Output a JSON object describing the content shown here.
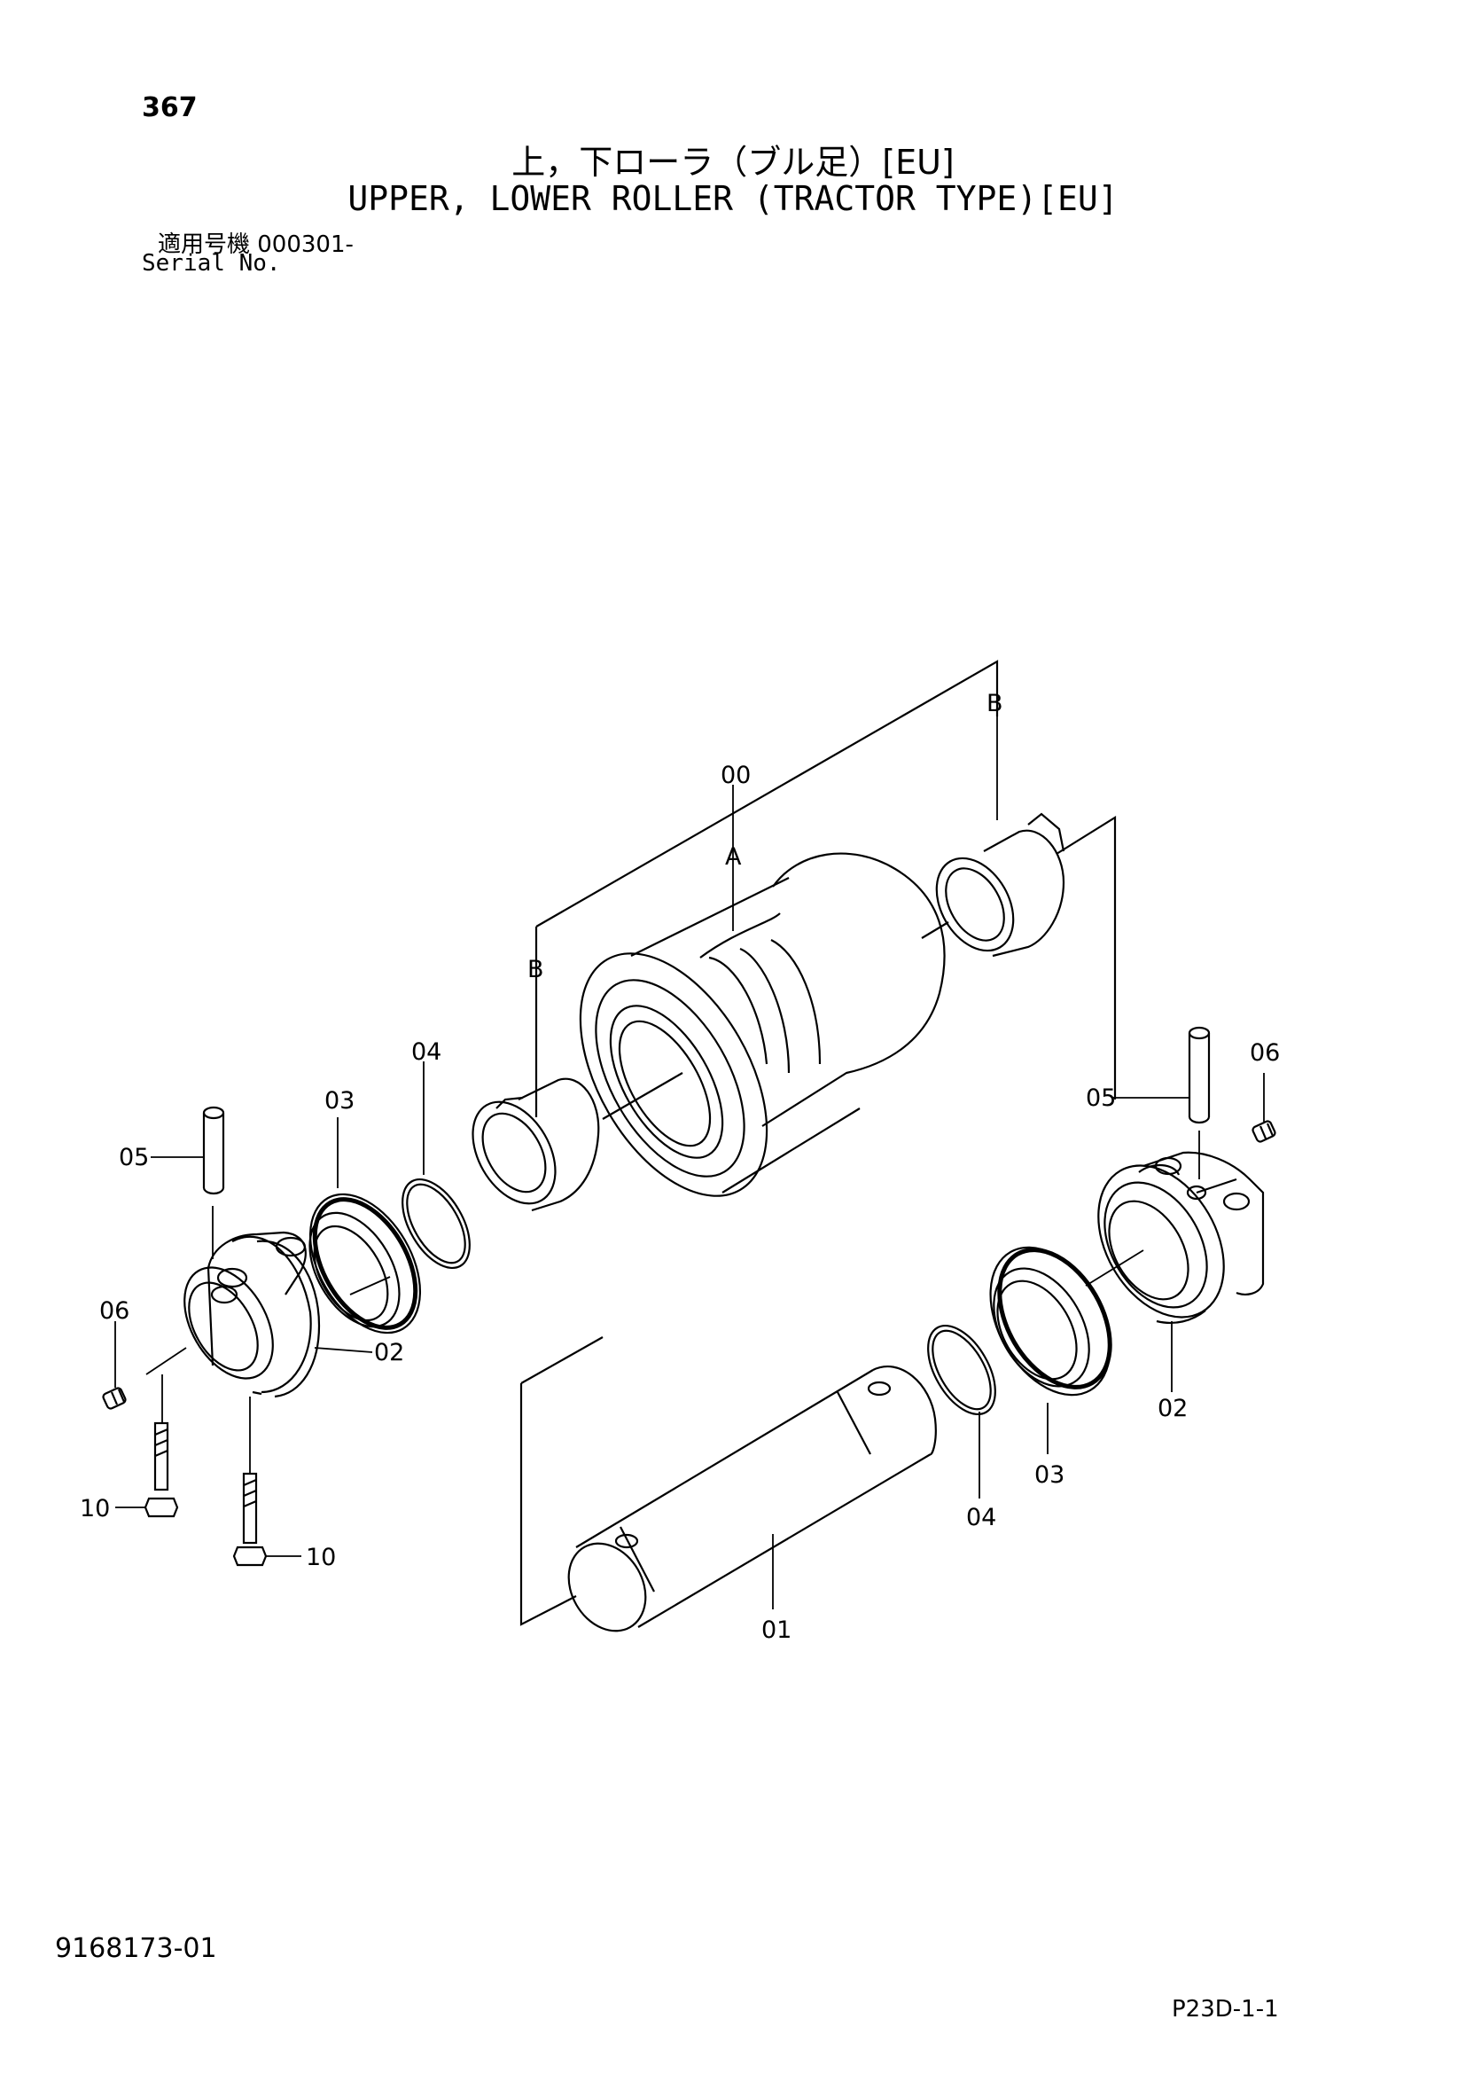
{
  "header": {
    "page_number": "367",
    "title_jp": "上，下ローラ（ブル足）[EU]",
    "title_en": "UPPER, LOWER ROLLER (TRACTOR TYPE)[EU]",
    "serial_label_jp": "適用号機  000301-",
    "serial_label_en": "Serial No."
  },
  "callouts": {
    "c00": "00",
    "cA": "A",
    "cB_left": "B",
    "cB_right": "B",
    "c04_left": "04",
    "c03_left": "03",
    "c05_left": "05",
    "c06_left": "06",
    "c02_left": "02",
    "c10_a": "10",
    "c10_b": "10",
    "c05_right": "05",
    "c06_right": "06",
    "c02_right": "02",
    "c03_right": "03",
    "c04_right": "04",
    "c01": "01"
  },
  "footer": {
    "doc_number": "9168173-01",
    "page_code": "P23D-1-1"
  }
}
